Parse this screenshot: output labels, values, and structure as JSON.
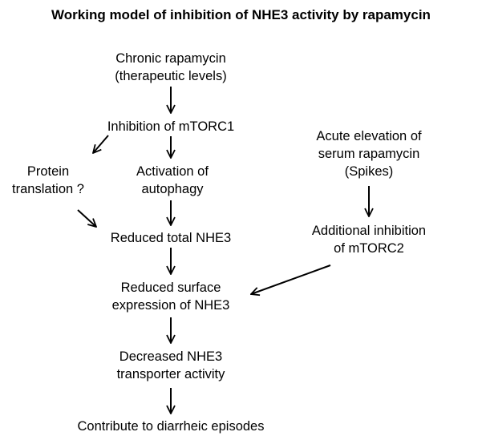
{
  "title": "Working model of inhibition of NHE3 activity by rapamycin",
  "nodes": {
    "chronic_rapamycin": {
      "line1": "Chronic rapamycin",
      "line2": "(therapeutic levels)"
    },
    "inhibition_mtorc1": {
      "line1": "Inhibition of mTORC1"
    },
    "protein_translation": {
      "line1": "Protein",
      "line2": "translation ?"
    },
    "activation_autophagy": {
      "line1": "Activation  of",
      "line2": "autophagy"
    },
    "reduced_total_nhe3": {
      "line1": "Reduced total NHE3"
    },
    "reduced_surface_expression": {
      "line1": "Reduced surface",
      "line2": "expression of NHE3"
    },
    "decreased_transporter_activity": {
      "line1": "Decreased NHE3",
      "line2": "transporter activity"
    },
    "diarrheic_episodes": {
      "line1": "Contribute to diarrheic episodes"
    },
    "acute_elevation": {
      "line1": "Acute elevation of",
      "line2": "serum rapamycin",
      "line3": "(Spikes)"
    },
    "additional_inhibition_mtorc2": {
      "line1": "Additional inhibition",
      "line2": "of mTORC2"
    }
  },
  "arrow_color": "#000000"
}
